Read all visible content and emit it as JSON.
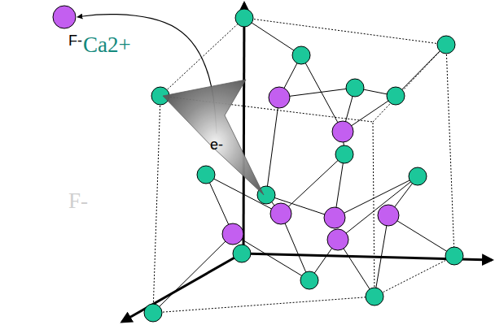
{
  "diagram": {
    "nodes": [
      {
        "text": [
          "F-"
        ]
      },
      {
        "text": [
          "e-"
        ]
      }
    ],
    "edges": [
      {
        "from": 1,
        "to": 0,
        "arrow": "to"
      }
    ],
    "labels": [
      "Ca2+",
      "F-"
    ]
  }
}
